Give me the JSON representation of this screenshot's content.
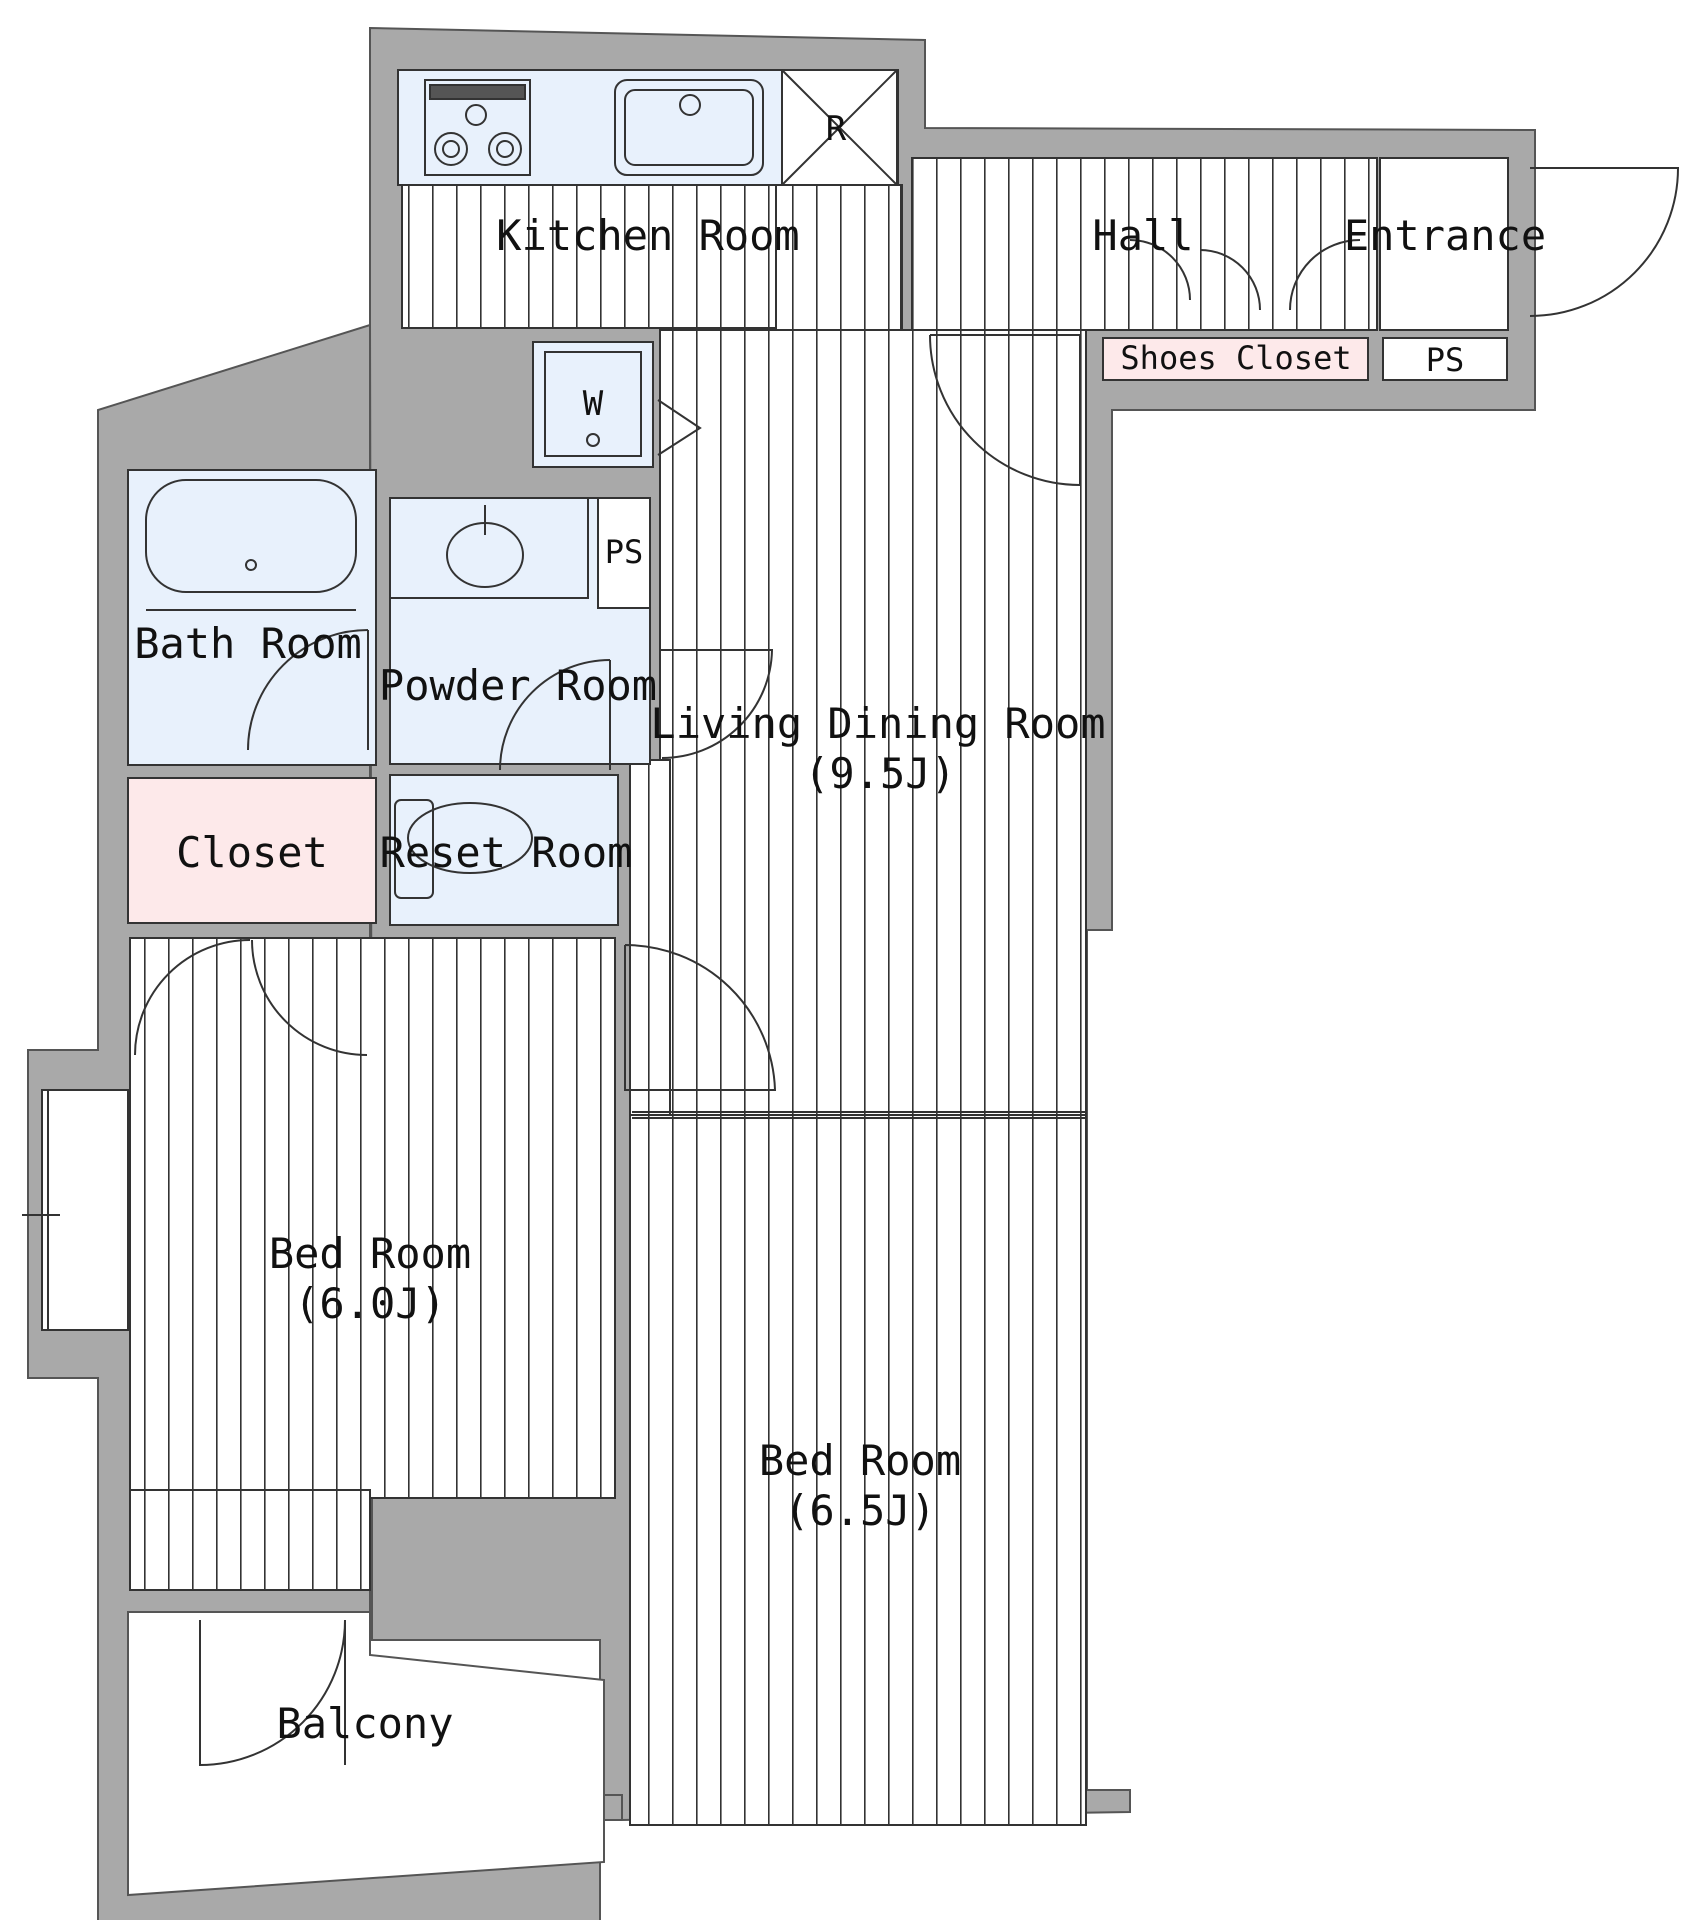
{
  "colors": {
    "wall": "#a9a9a9",
    "floor_line": "#333333",
    "wet_area": "#e8f1fc",
    "closet": "#fde9ea",
    "outline": "#333333"
  },
  "rooms": {
    "kitchen": "Kitchen Room",
    "hall": "Hall",
    "entrance": "Entrance",
    "shoes_closet": "Shoes Closet",
    "ps_entrance": "PS",
    "washer": "W",
    "refrigerator": "R",
    "bath": "Bath Room",
    "powder": "Powder Room",
    "ps_powder": "PS",
    "closet": "Closet",
    "reset": "Reset Room",
    "living": {
      "name": "Living Dining Room",
      "size": "(9.5J)"
    },
    "bed_left": {
      "name": "Bed Room",
      "size": "(6.0J)"
    },
    "bed_right": {
      "name": "Bed Room",
      "size": "(6.5J)"
    },
    "balcony": "Balcony"
  }
}
